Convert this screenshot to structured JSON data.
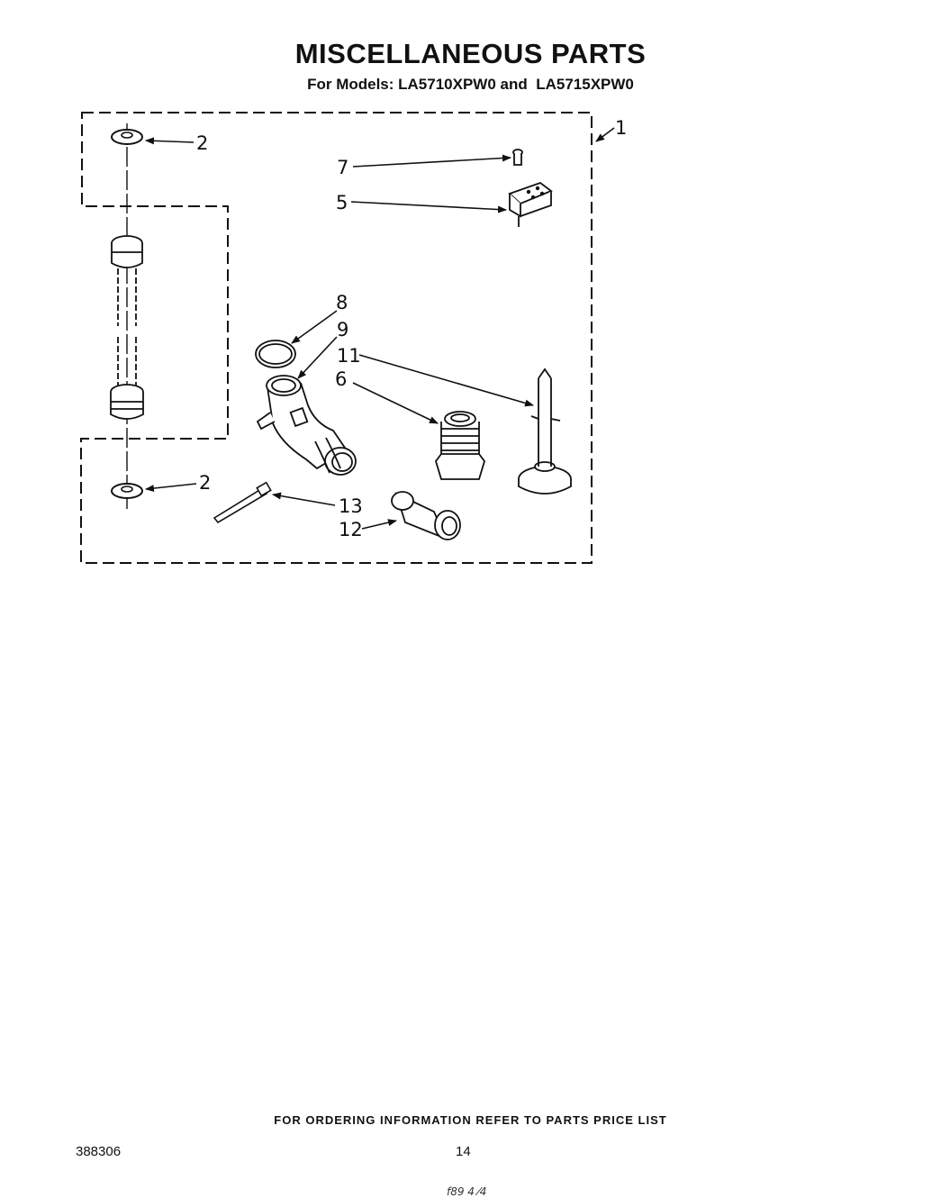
{
  "header": {
    "title": "MISCELLANEOUS PARTS",
    "subtitle_prefix": "For Models: LA5710XPW0 and",
    "subtitle_model2": "LA5715XPW0"
  },
  "callouts": {
    "c1": "1",
    "c2_top": "2",
    "c2_bottom": "2",
    "c5": "5",
    "c6": "6",
    "c7": "7",
    "c8": "8",
    "c9": "9",
    "c11": "11",
    "c12": "12",
    "c13": "13"
  },
  "footer": {
    "ordering_note": "FOR ORDERING INFORMATION REFER TO PARTS PRICE LIST",
    "doc_number": "388306",
    "page_number": "14",
    "scribble": "f89 4 ⁄4"
  }
}
